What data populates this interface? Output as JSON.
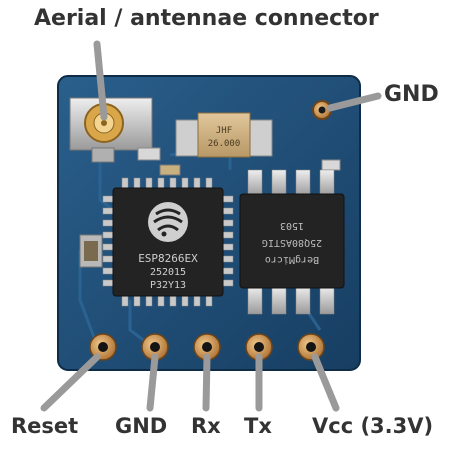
{
  "labels": {
    "antenna": "Aerial / antennae connector",
    "gnd_top": "GND",
    "reset": "Reset",
    "gnd_bottom": "GND",
    "rx": "Rx",
    "tx": "Tx",
    "vcc": "Vcc (3.3V)"
  },
  "chip_main": {
    "model": "ESP8266EX",
    "line2": "252015",
    "line3": "P32Y13"
  },
  "chip_flash": {
    "line1": "BergMicro",
    "line2": "25Q80ASTIG",
    "line3": "1503"
  },
  "crystal": {
    "line1": "JHF",
    "line2": "26.000"
  },
  "colors": {
    "pcb": "#1f4e78",
    "chip": "#222222",
    "pad": "#c58a45",
    "pointer": "#9a9a9a",
    "label": "#333333"
  }
}
